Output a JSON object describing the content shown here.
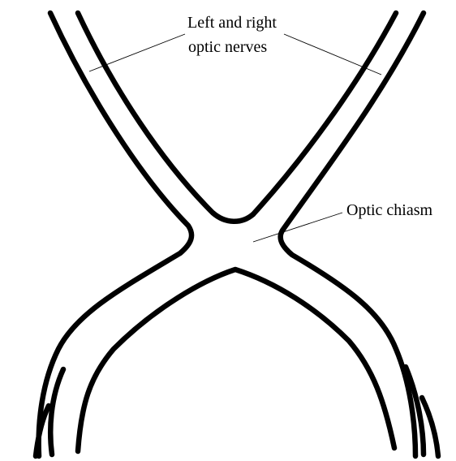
{
  "labels": {
    "optic_nerves_line1": "Left and right",
    "optic_nerves_line2": "optic nerves",
    "optic_chiasm": "Optic chiasm"
  }
}
